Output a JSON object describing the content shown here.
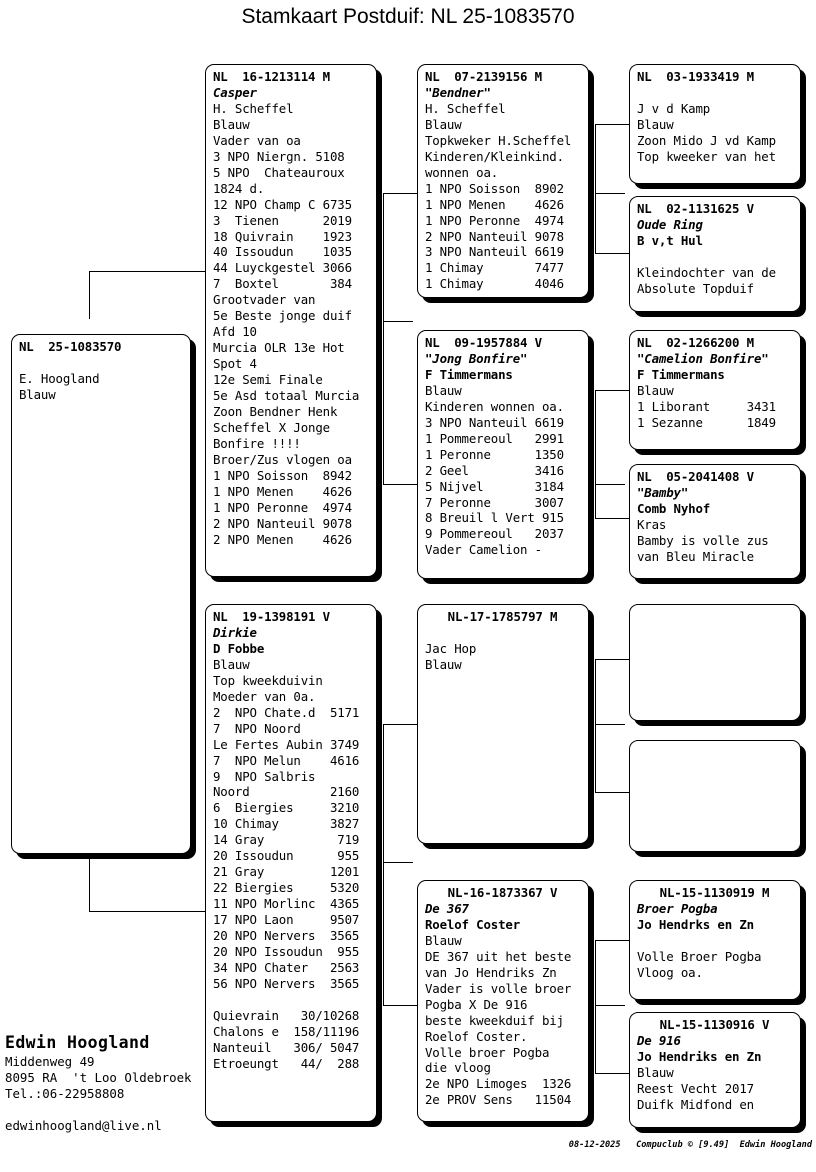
{
  "title": "Stamkaart Postduif: NL  25-1083570",
  "subject": {
    "header": "NL  25-1083570",
    "lines": [
      "",
      "E. Hoogland",
      "Blauw"
    ]
  },
  "sire": {
    "header": "NL  16-1213114 M",
    "name": "Casper",
    "lines": [
      "H. Scheffel",
      "Blauw",
      "Vader van oa",
      "3 NPO Niergn. 5108",
      "5 NPO  Chateauroux",
      "1824 d.",
      "12 NPO Champ C 6735",
      "3  Tienen      2019",
      "18 Quivrain    1923",
      "40 Issoudun    1035",
      "44 Luyckgestel 3066",
      "7  Boxtel       384",
      "Grootvader van",
      "5e Beste jonge duif",
      "Afd 10",
      "Murcia OLR 13e Hot",
      "Spot 4",
      "12e Semi Finale",
      "5e Asd totaal Murcia",
      "Zoon Bendner Henk",
      "Scheffel X Jonge",
      "Bonfire !!!!",
      "Broer/Zus vlogen oa",
      "1 NPO Soisson  8942",
      "1 NPO Menen    4626",
      "1 NPO Peronne  4974",
      "2 NPO Nanteuil 9078",
      "2 NPO Menen    4626"
    ]
  },
  "dam": {
    "header": "NL  19-1398191 V",
    "name": "Dirkie",
    "breeder": "D Fobbe",
    "lines": [
      "Blauw",
      "Top kweekduivin",
      "Moeder van 0a.",
      "2  NPO Chate.d  5171",
      "7  NPO Noord",
      "Le Fertes Aubin 3749",
      "7  NPO Melun    4616",
      "9  NPO Salbris",
      "Noord           2160",
      "6  Biergies     3210",
      "10 Chimay       3827",
      "14 Gray          719",
      "20 Issoudun      955",
      "21 Gray         1201",
      "22 Biergies     5320",
      "11 NPO Morlinc  4365",
      "17 NPO Laon     9507",
      "20 NPO Nervers  3565",
      "20 NPO Issoudun  955",
      "34 NPO Chater   2563",
      "56 NPO Nervers  3565",
      "",
      "Quievrain   30/10268",
      "Chalons e  158/11196",
      "Nanteuil   306/ 5047",
      "Etroeungt   44/  288"
    ]
  },
  "gen2": [
    {
      "header": "NL  07-2139156 M",
      "name": "\"Bendner\"",
      "lines": [
        "H. Scheffel",
        "Blauw",
        "Topkweker H.Scheffel",
        "Kinderen/Kleinkind.",
        "wonnen oa.",
        "1 NPO Soisson  8902",
        "1 NPO Menen    4626",
        "1 NPO Peronne  4974",
        "2 NPO Nanteuil 9078",
        "3 NPO Nanteuil 6619",
        "1 Chimay       7477",
        "1 Chimay       4046"
      ]
    },
    {
      "header": "NL  09-1957884 V",
      "name": "\"Jong Bonfire\"",
      "breeder": "F Timmermans",
      "lines": [
        "Blauw",
        "Kinderen wonnen oa.",
        "3 NPO Nanteuil 6619",
        "1 Pommereoul   2991",
        "1 Peronne      1350",
        "2 Geel         3416",
        "5 Nijvel       3184",
        "7 Peronne      3007",
        "8 Breuil l Vert 915",
        "9 Pommereoul   2037",
        "Vader Camelion -"
      ]
    },
    {
      "header": "NL-17-1785797 M",
      "centered": true,
      "lines": [
        "",
        "Jac Hop",
        "Blauw"
      ]
    },
    {
      "header": "NL-16-1873367 V",
      "centered": true,
      "name": "De 367",
      "breeder": "Roelof Coster",
      "lines": [
        "Blauw",
        "DE 367 uit het beste",
        "van Jo Hendriks Zn",
        "Vader is volle broer",
        "Pogba X De 916",
        "beste kweekduif bij",
        "Roelof Coster.",
        "Volle broer Pogba",
        "die vloog",
        "2e NPO Limoges  1326",
        "2e PROV Sens   11504"
      ]
    }
  ],
  "gen3": [
    {
      "header": "NL  03-1933419 M",
      "lines": [
        "",
        "J v d Kamp",
        "Blauw",
        "Zoon Mido J vd Kamp",
        "Top kweeker van het"
      ]
    },
    {
      "header": "NL  02-1131625 V",
      "name": "Oude Ring",
      "breeder": "B v,t Hul",
      "lines": [
        "",
        "Kleindochter van de",
        "Absolute Topduif"
      ]
    },
    {
      "header": "NL  02-1266200 M",
      "name": "\"Camelion Bonfire\"",
      "breeder": "F Timmermans",
      "lines": [
        "Blauw",
        "1 Liborant     3431",
        "1 Sezanne      1849"
      ]
    },
    {
      "header": "NL  05-2041408 V",
      "name": "\"Bamby\"",
      "breeder": "Comb Nyhof",
      "lines": [
        "Kras",
        "Bamby is volle zus",
        "van Bleu Miracle"
      ]
    },
    {
      "header": "",
      "lines": []
    },
    {
      "header": "",
      "lines": []
    },
    {
      "header": "NL-15-1130919 M",
      "centered": true,
      "name": "Broer Pogba",
      "breeder": "Jo Hendrks en Zn",
      "lines": [
        "",
        "Volle Broer Pogba",
        "Vloog oa."
      ]
    },
    {
      "header": "NL-15-1130916 V",
      "centered": true,
      "name": "De 916",
      "breeder": "Jo Hendriks en Zn",
      "lines": [
        "Blauw",
        "Reest Vecht 2017",
        "Duifk Midfond en"
      ]
    }
  ],
  "owner": {
    "name": "Edwin Hoogland",
    "address1": "Middenweg 49",
    "address2": "8095 RA  't Loo Oldebroek",
    "phone": "Tel.:06-22958808",
    "email": "edwinhoogland@live.nl"
  },
  "footer": {
    "date": "08-12-2025",
    "software": "Compuclub © [9.49]",
    "owner": "Edwin Hoogland"
  }
}
